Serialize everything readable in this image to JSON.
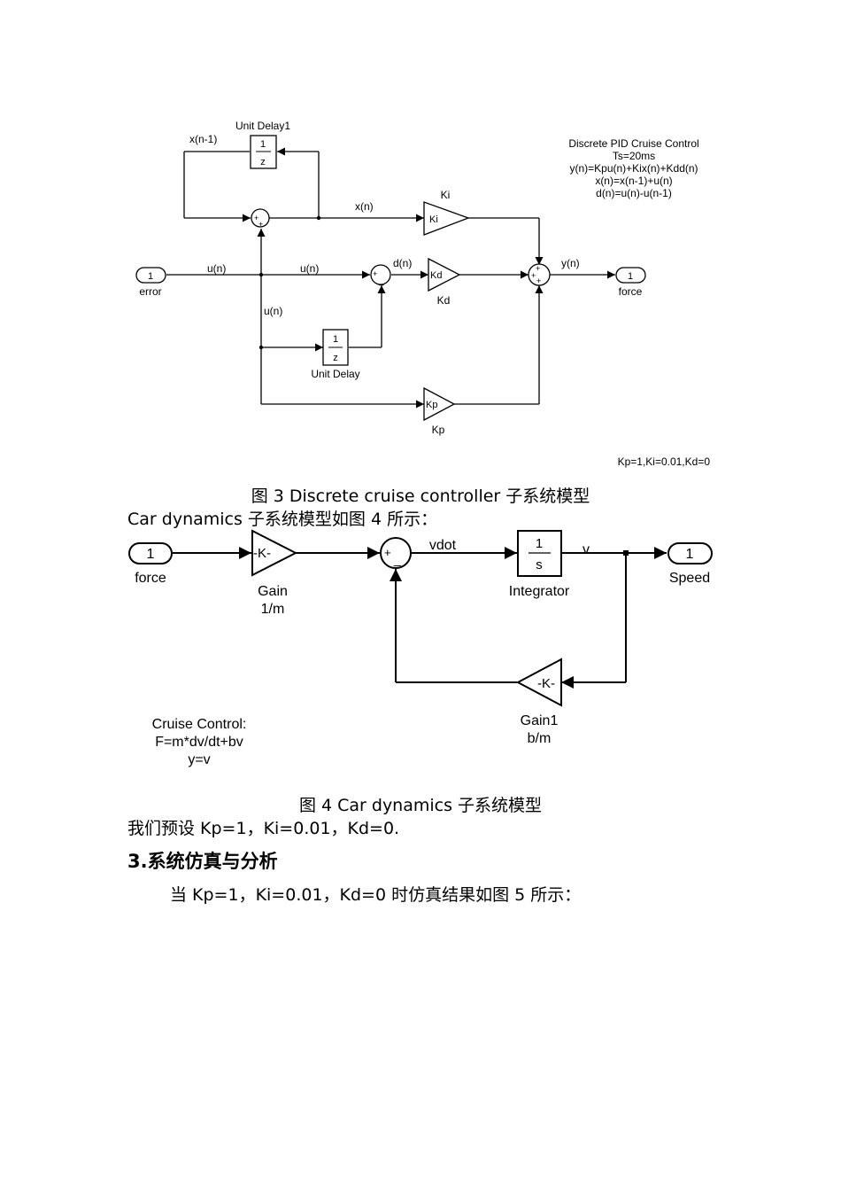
{
  "figure3": {
    "blocks": {
      "unit_delay1_name": "Unit Delay1",
      "unit_delay1_num": "1",
      "unit_delay1_den": "z",
      "unit_delay_name": "Unit Delay",
      "unit_delay_num": "1",
      "unit_delay_den": "z",
      "in_port_num": "1",
      "in_port_name": "error",
      "out_port_num": "1",
      "out_port_name": "force",
      "ki_inside": "Ki",
      "ki_name": "Ki",
      "kd_inside": "Kd",
      "kd_name": "Kd",
      "kp_inside": "Kp",
      "kp_name": "Kp"
    },
    "signals": {
      "xn1": "x(n-1)",
      "xn": "x(n)",
      "un_a": "u(n)",
      "un_b": "u(n)",
      "un_c": "u(n)",
      "dn": "d(n)",
      "yn": "y(n)"
    },
    "annotation": [
      "Discrete PID Cruise Control",
      "Ts=20ms",
      "y(n)=Kpu(n)+Kix(n)+Kdd(n)",
      "x(n)=x(n-1)+u(n)",
      "d(n)=u(n)-u(n-1)"
    ],
    "params": "Kp=1,Ki=0.01,Kd=0",
    "caption": "图 3  Discrete cruise controller 子系统模型"
  },
  "intro_fig4": "Car dynamics 子系统模型如图 4 所示：",
  "figure4": {
    "in_num": "1",
    "in_name": "force",
    "gain_inside": "-K-",
    "gain_name_1": "Gain",
    "gain_name_2": "1/m",
    "vdot": "vdot",
    "int_num": "1",
    "int_den": "s",
    "int_name": "Integrator",
    "v": "v",
    "out_num": "1",
    "out_name": "Speed",
    "gain1_inside": "-K-",
    "gain1_name_1": "Gain1",
    "gain1_name_2": "b/m",
    "note": [
      "Cruise Control:",
      "F=m*dv/dt+bv",
      "y=v"
    ],
    "caption": "图 4  Car dynamics 子系统模型"
  },
  "preset_text": "我们预设 Kp=1，Ki=0.01，Kd=0.",
  "section_heading": "3.系统仿真与分析",
  "sim_text": "当 Kp=1，Ki=0.01，Kd=0 时仿真结果如图 5 所示："
}
